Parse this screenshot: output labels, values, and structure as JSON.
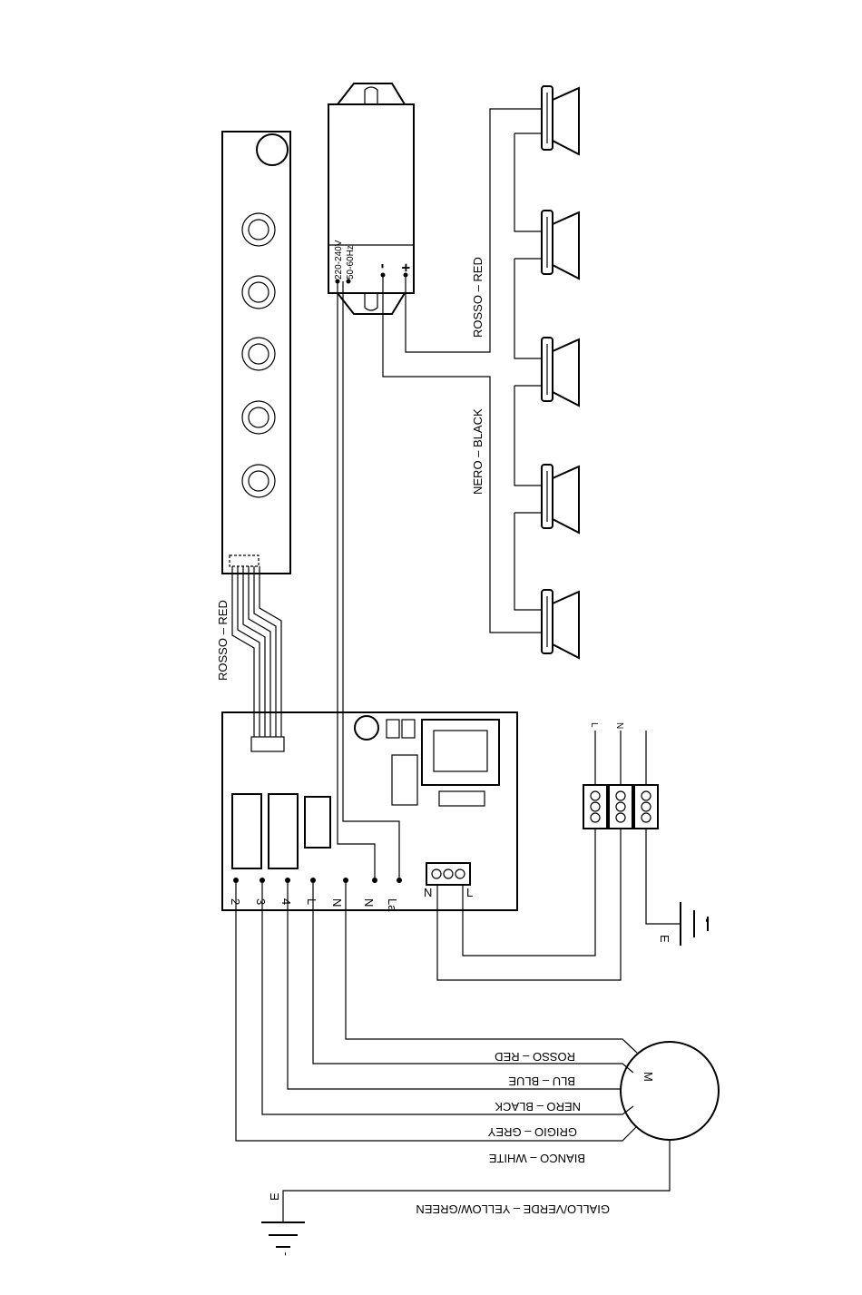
{
  "power_supply": {
    "voltage": "220-240V",
    "frequency": "50-60Hz",
    "minus": "-",
    "plus": "+"
  },
  "speaker_wires": {
    "red": "ROSSO  –  RED",
    "black": "NERO  –  BLACK"
  },
  "ribbon_label": "ROSSO  –  RED",
  "board_terminals": [
    "2",
    "3",
    "4",
    "L",
    "N",
    "N",
    "La"
  ],
  "board_block": {
    "n": "N",
    "l": "L"
  },
  "mains": {
    "l": "L",
    "n": "N",
    "earth_symbol": "E",
    "earth_mark": "-"
  },
  "motor": {
    "symbol": "M",
    "wires": [
      "ROSSO  –  RED",
      "BLU  –  BLUE",
      "NERO  –  BLACK",
      "GRIGIO  –  GREY",
      "BIANCO  –  WHITE"
    ],
    "earth_wire": "GIALLO/VERDE  –  YELLOW/GREEN",
    "earth_symbol": "E",
    "earth_mark": "-"
  }
}
